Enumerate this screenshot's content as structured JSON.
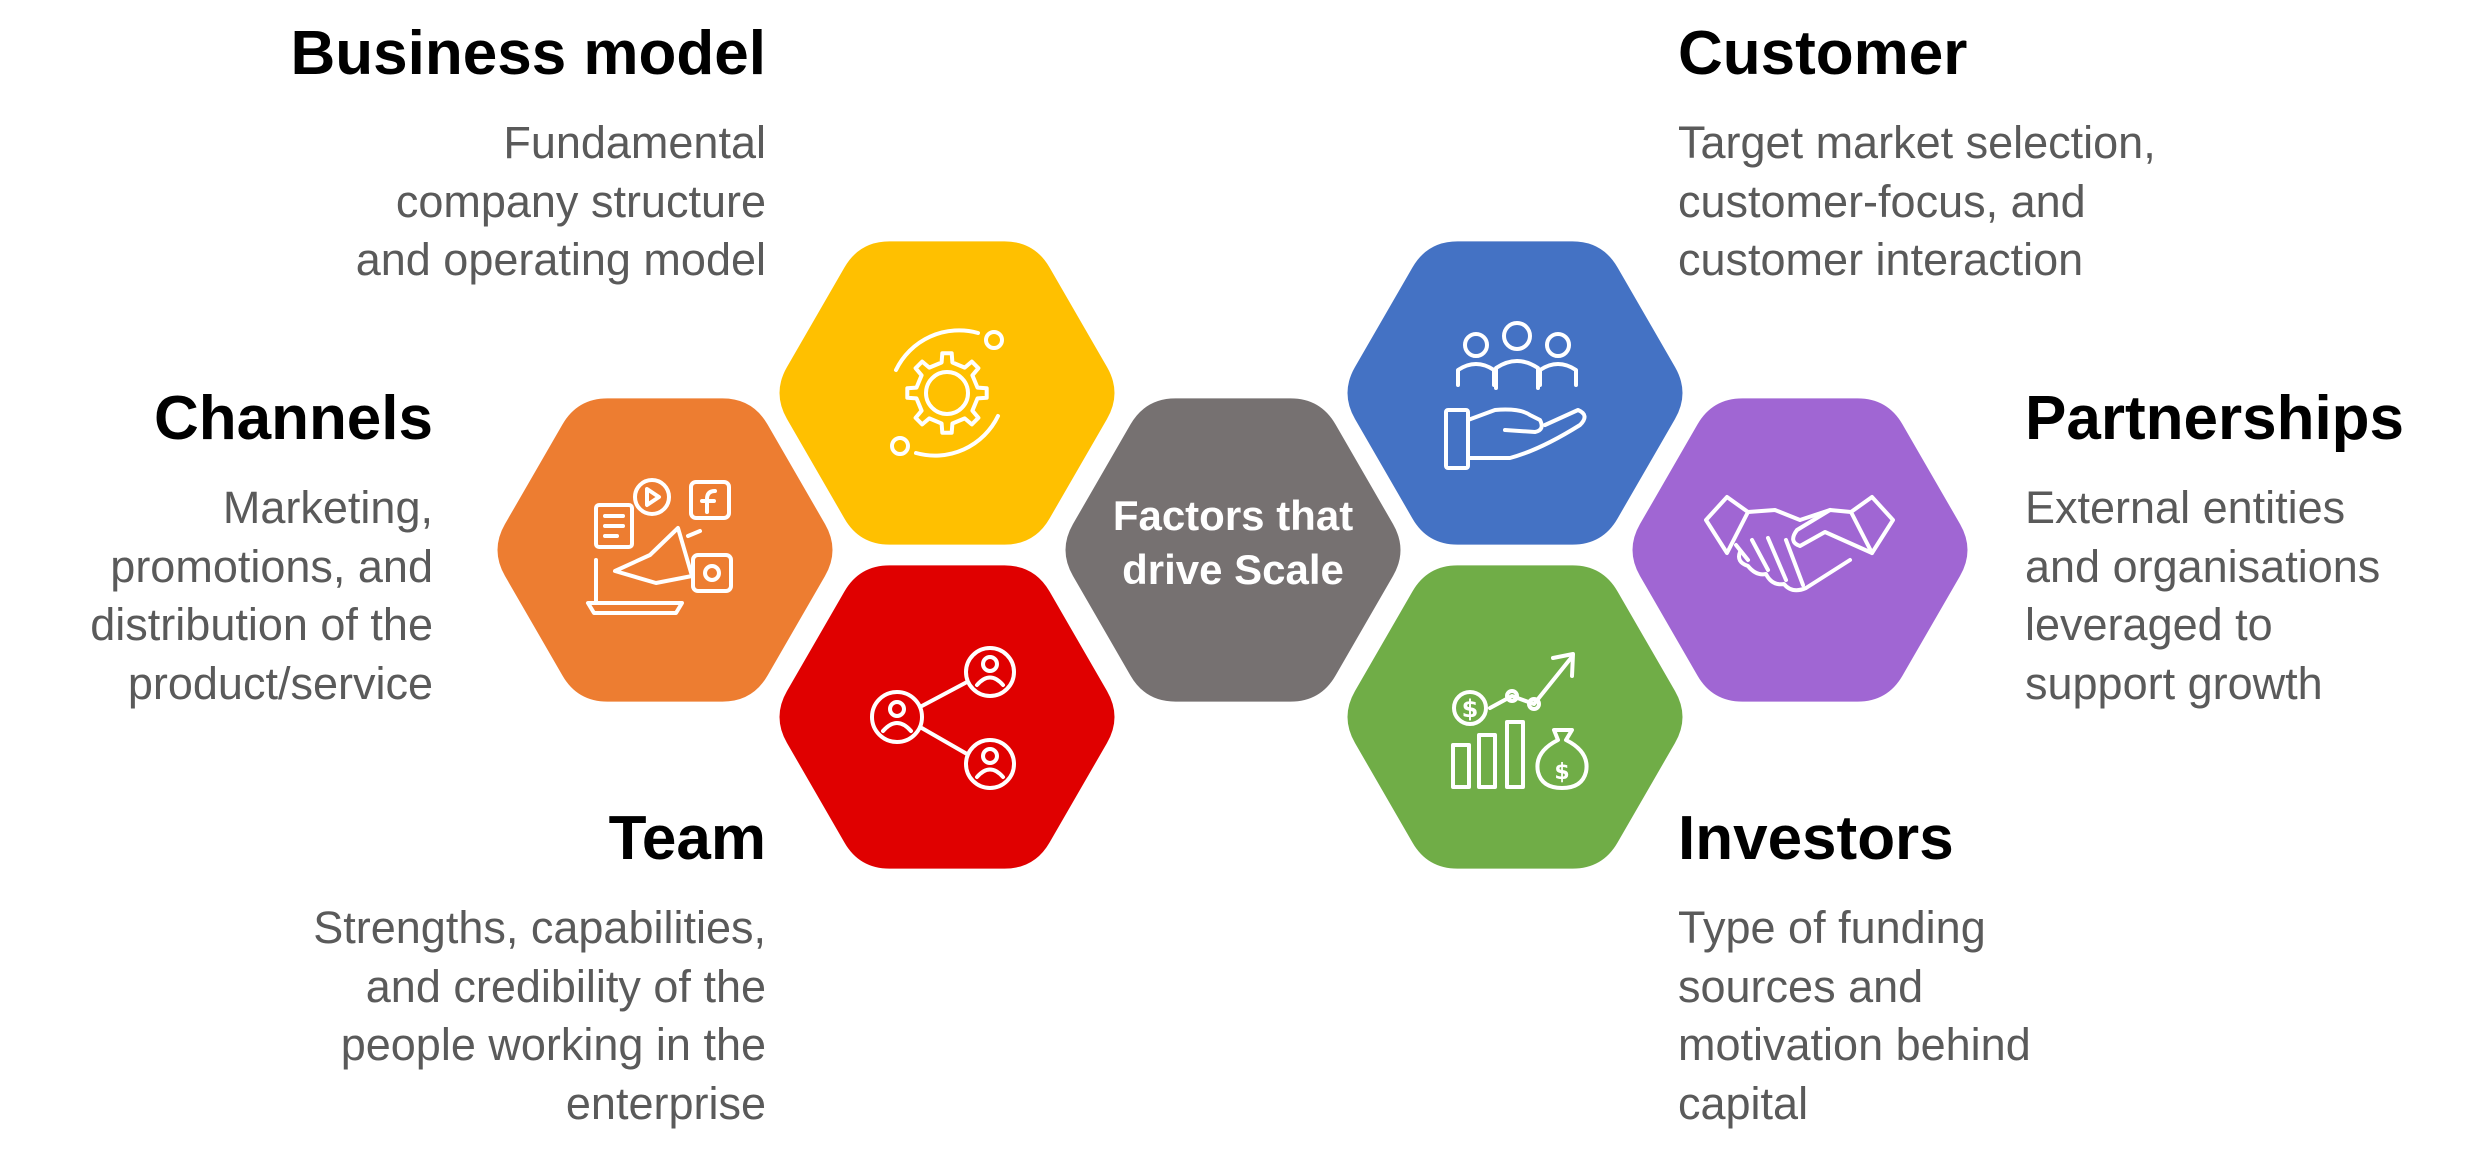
{
  "center": {
    "line1": "Factors that",
    "line2": "drive Scale",
    "color": "#767171"
  },
  "factors": [
    {
      "key": "business_model",
      "title": "Business model",
      "description": "Fundamental\ncompany structure\nand operating model",
      "color": "#FFC000",
      "icon": "gear-icon"
    },
    {
      "key": "channels",
      "title": "Channels",
      "description": "Marketing,\npromotions, and\ndistribution of the\nproduct/service",
      "color": "#ED7D31",
      "icon": "digital-marketing-icon"
    },
    {
      "key": "team",
      "title": "Team",
      "description": "Strengths, capabilities,\nand credibility of the\npeople working in the\nenterprise",
      "color": "#E00000",
      "icon": "network-people-icon"
    },
    {
      "key": "customer",
      "title": "Customer",
      "description": "Target market selection,\ncustomer-focus, and\ncustomer interaction",
      "color": "#4472C4",
      "icon": "customers-in-hand-icon"
    },
    {
      "key": "partnerships",
      "title": "Partnerships",
      "description": "External entities\nand organisations\nleveraged to\nsupport growth",
      "color": "#A066D3",
      "icon": "handshake-icon"
    },
    {
      "key": "investors",
      "title": "Investors",
      "description": "Type of funding\nsources and\nmotivation behind\ncapital",
      "color": "#70AD47",
      "icon": "growth-chart-money-icon"
    }
  ]
}
